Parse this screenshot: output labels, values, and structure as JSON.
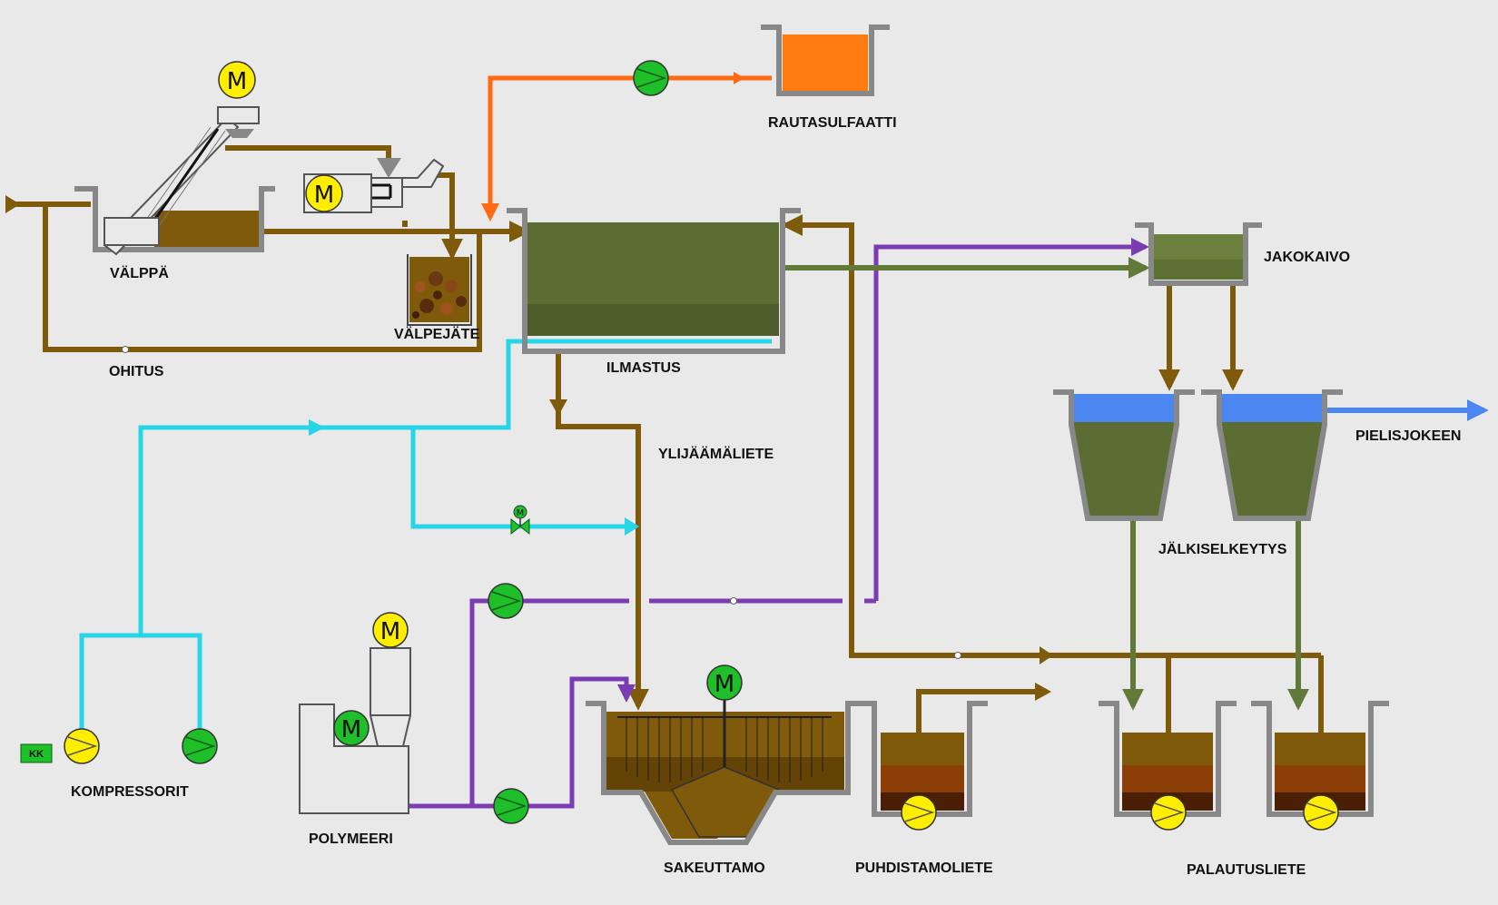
{
  "labels": {
    "rautasulfaatti": "RAUTASULFAATTI",
    "valppa": "VÄLPPÄ",
    "valpejate": "VÄLPEJÄTE",
    "ohitus": "OHITUS",
    "ilmastus": "ILMASTUS",
    "jakokaivo": "JAKOKAIVO",
    "pielisjokeen": "PIELISJOKEEN",
    "ylijaamaliete": "YLIJÄÄMÄLIETE",
    "jalkiselkeytys": "JÄLKISELKEYTYS",
    "kompressorit": "KOMPRESSORIT",
    "polymeeri": "POLYMEERI",
    "sakeuttamo": "SAKEUTTAMO",
    "puhdistamoliete": "PUHDISTAMOLIETE",
    "palautusliete": "PALAUTUSLIETE",
    "kk": "KK"
  },
  "motor_symbol": "M",
  "colors": {
    "sludge": "#7f5a0b",
    "air": "#27d6e6",
    "polymer": "#7b3bb3",
    "ferric": "#ff6a12",
    "water": "#617a3a",
    "clean": "#4c86f0",
    "motor_yellow": "#ffee00",
    "pump_green": "#1fbf2a"
  }
}
